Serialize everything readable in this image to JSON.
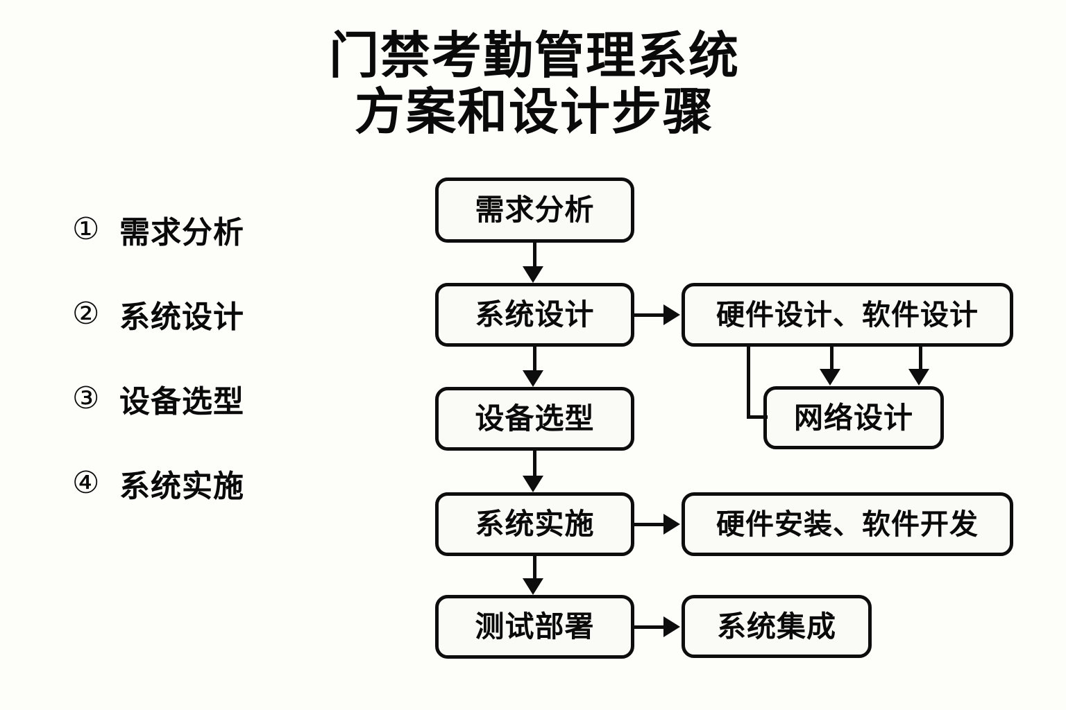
{
  "title": {
    "line1": "门禁考勤管理系统",
    "line2": "方案和设计步骤"
  },
  "steps": [
    {
      "num": "①",
      "label": "需求分析"
    },
    {
      "num": "②",
      "label": "系统设计"
    },
    {
      "num": "③",
      "label": "设备选型"
    },
    {
      "num": "④",
      "label": "系统实施"
    }
  ],
  "flowchart": {
    "main_nodes": [
      {
        "id": "req",
        "label": "需求分析"
      },
      {
        "id": "sysdes",
        "label": "系统设计"
      },
      {
        "id": "device",
        "label": "设备选型"
      },
      {
        "id": "impl",
        "label": "系统实施"
      },
      {
        "id": "test",
        "label": "测试部署"
      }
    ],
    "branch_nodes": [
      {
        "id": "hwswdes",
        "label": "硬件设计、软件设计"
      },
      {
        "id": "netdes",
        "label": "网络设计"
      },
      {
        "id": "hwswimpl",
        "label": "硬件安装、软件开发"
      },
      {
        "id": "sysint",
        "label": "系统集成"
      }
    ]
  },
  "colors": {
    "background": "#fdfdfa",
    "stroke": "#0d0d0d",
    "box_fill": "#fafaf7",
    "text": "#0a0a0a"
  }
}
